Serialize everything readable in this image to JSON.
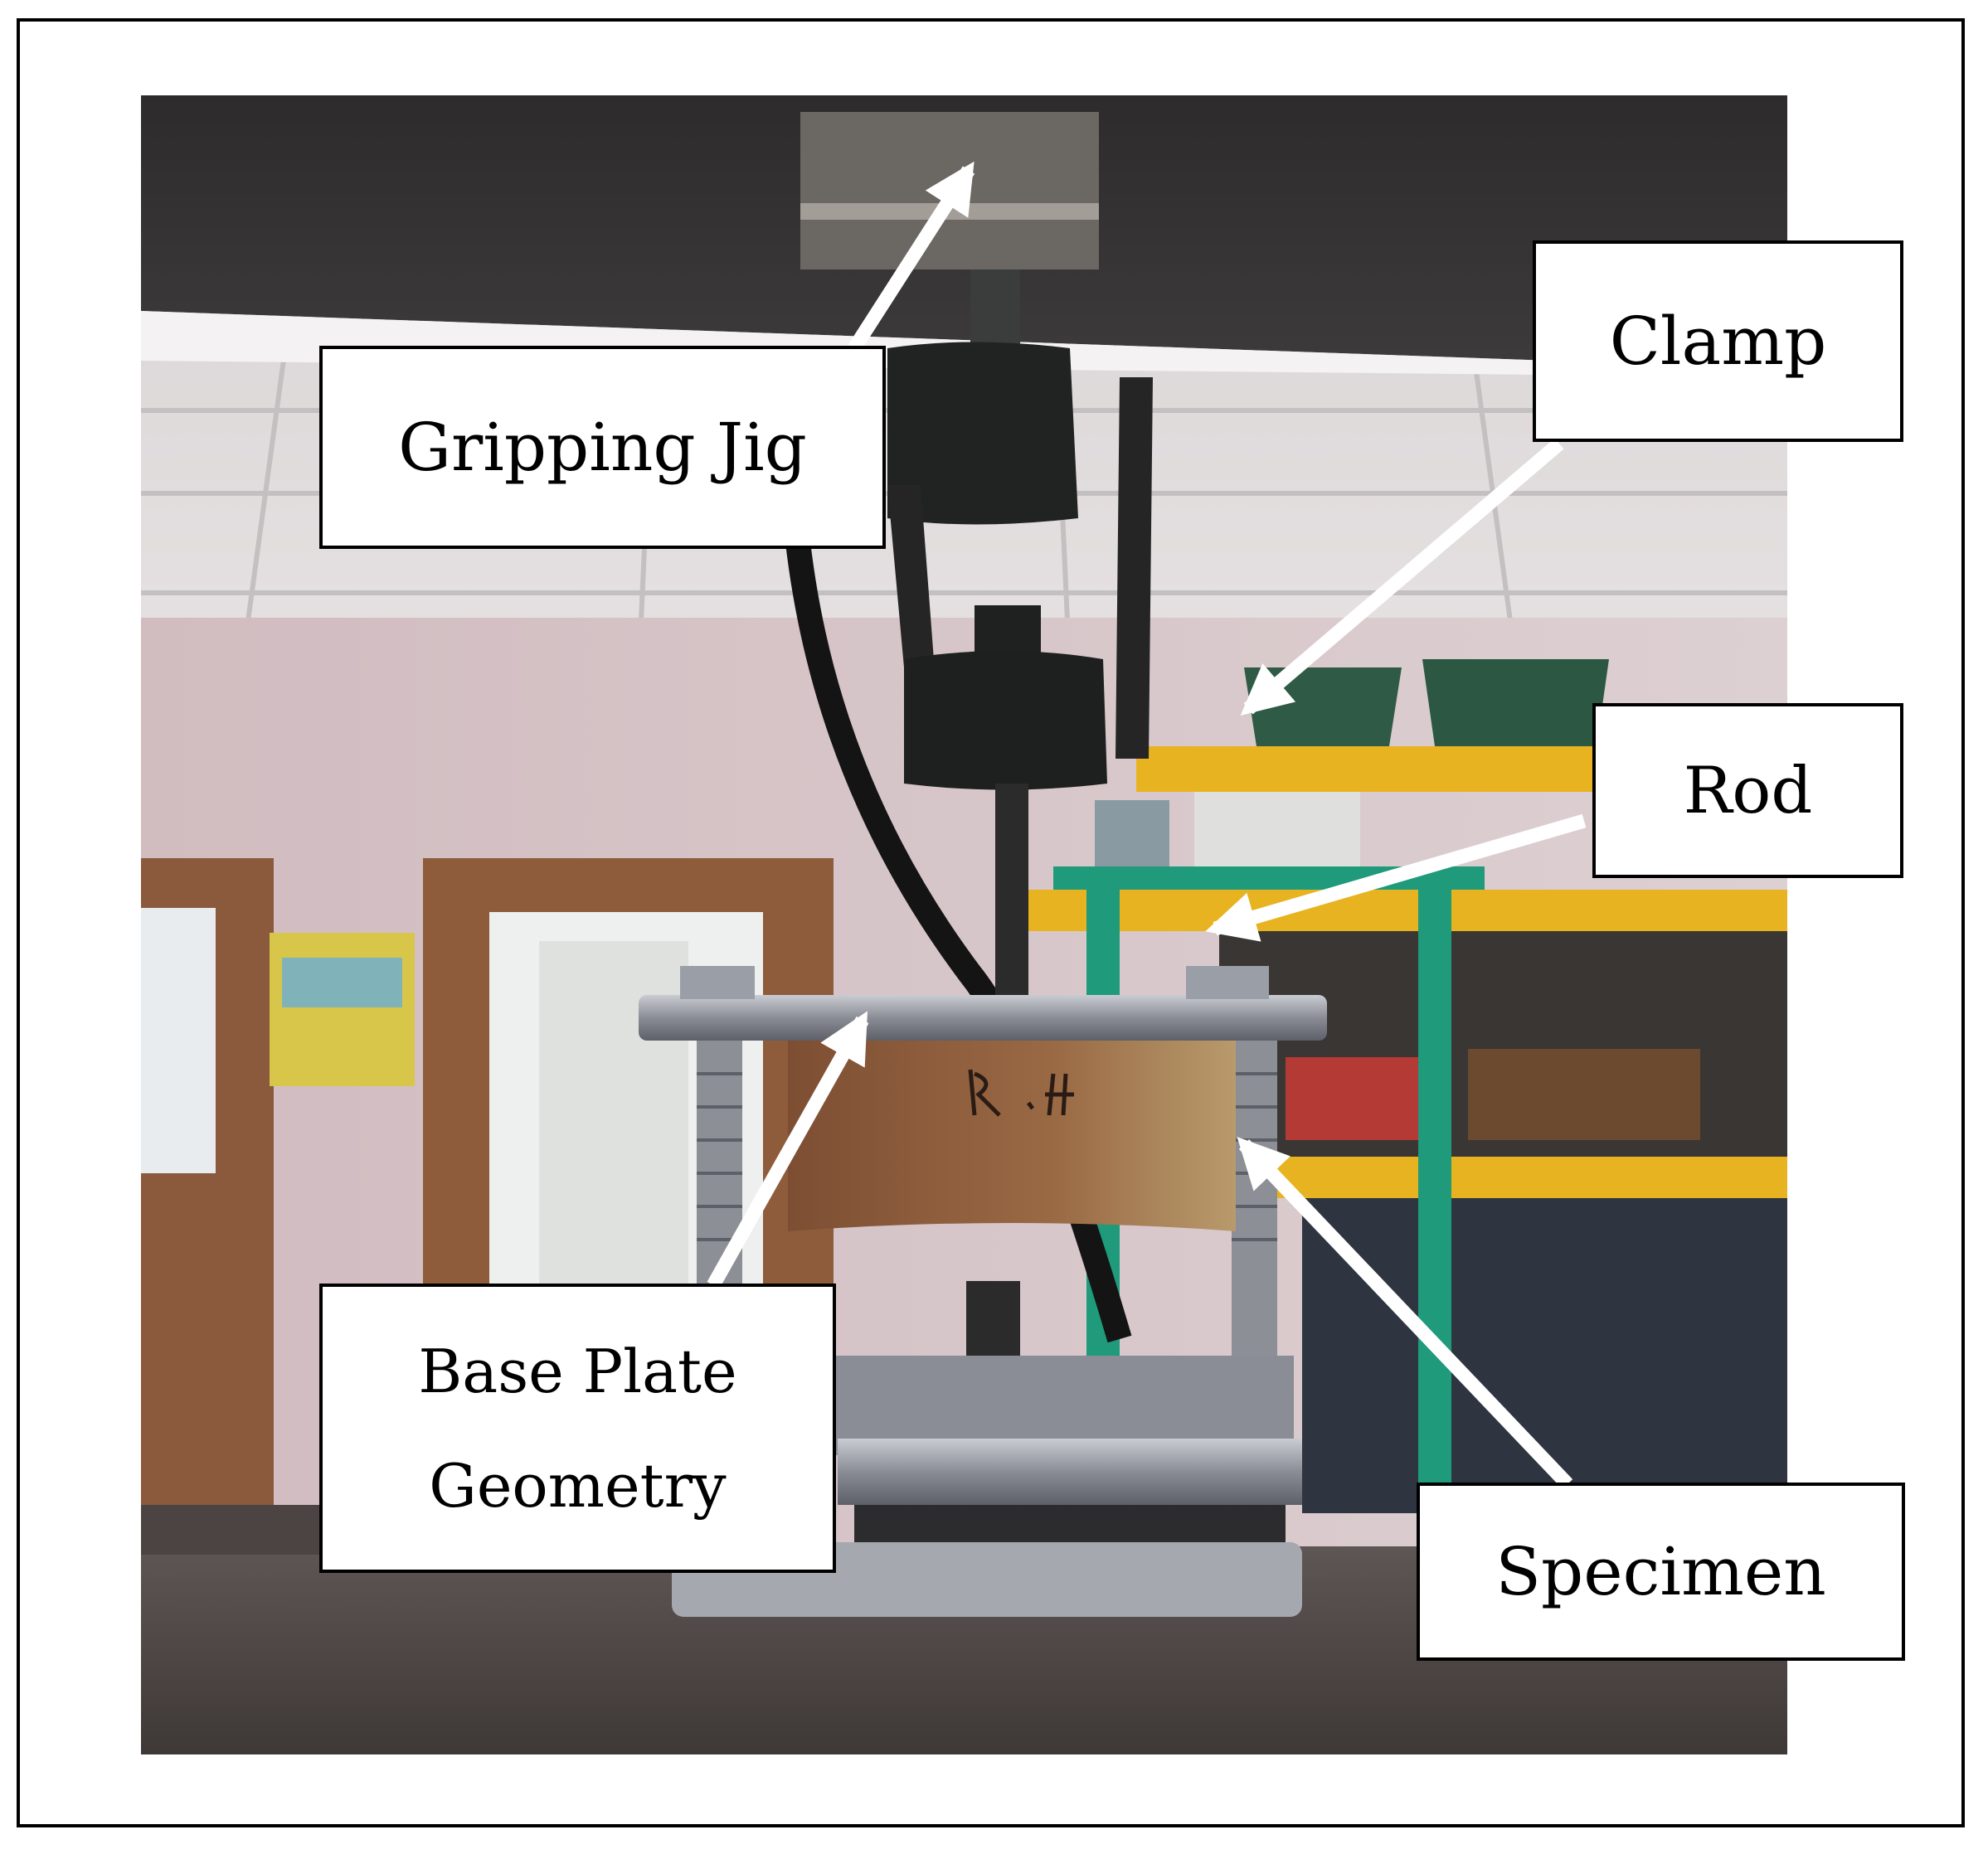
{
  "figure": {
    "labels": {
      "gripping_jig": "Gripping Jig",
      "clamp": "Clamp",
      "rod": "Rod",
      "base_plate_line1": "Base Plate",
      "base_plate_line2": "Geometry",
      "specimen": "Specimen"
    },
    "photo_subject": "specimen-in-test-fixture-photo",
    "colors": {
      "frame_border": "#000000",
      "label_background": "#ffffff",
      "arrow_fill": "#ffffff",
      "specimen_wood": "#8a5a3a",
      "shelf_yellow": "#e8b320",
      "support_green": "#1f9a7a",
      "wall_pink": "#d8c4c8",
      "table_top": "#524a47"
    }
  }
}
